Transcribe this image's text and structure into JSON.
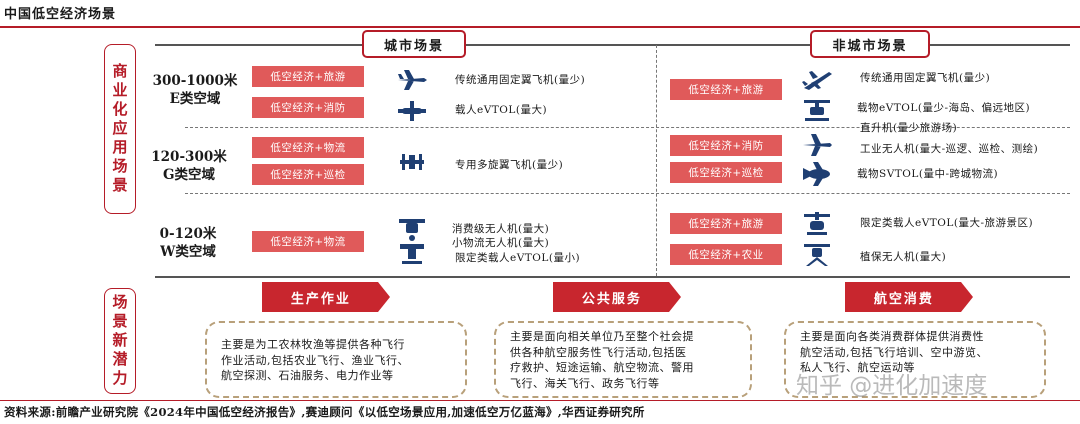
{
  "title": "中国低空经济场景",
  "headers": {
    "city": "城市场景",
    "noncity": "非城市场景"
  },
  "side_labels": {
    "commercial": "商业化应用场景",
    "potential": "场景新潜力"
  },
  "levels": [
    {
      "range": "300-1000米",
      "cls": "E类空域"
    },
    {
      "range": "120-300米",
      "cls": "G类空域"
    },
    {
      "range": "0-120米",
      "cls": "W类空域"
    }
  ],
  "city": {
    "tags": [
      "低空经济+旅游",
      "低空经济+消防",
      "低空经济+物流",
      "低空经济+巡检",
      "低空经济+物流"
    ],
    "desc": [
      "传统通用固定翼飞机(量少)",
      "载人eVTOL(量大)",
      "专用多旋翼飞机(量少)",
      "消费级无人机(量大)",
      "小物流无人机(量大)",
      "限定类载人eVTOL(量小)"
    ],
    "icons": [
      "plane-icon",
      "evtol-icon",
      "multirotor-icon",
      "consumer-drone-icon"
    ]
  },
  "noncity": {
    "tags": [
      "低空经济+旅游",
      "低空经济+消防",
      "低空经济+巡检",
      "低空经济+旅游",
      "低空经济+农业"
    ],
    "desc": [
      "传统通用固定翼飞机(量少)",
      "载物eVTOL(量少-海岛、偏远地区)",
      "直升机(量少旅游场)",
      "工业无人机(量大-巡逻、巡检、测绘)",
      "载物SVTOL(量中-跨城物流)",
      "限定类载人eVTOL(量大-旅游景区)",
      "植保无人机(量大)"
    ],
    "icons": [
      "airliner-icon",
      "cargo-evtol-icon",
      "industrial-drone-icon",
      "svtol-icon",
      "limited-evtol-icon",
      "crop-drone-icon"
    ]
  },
  "potentials": [
    {
      "label": "生产作业",
      "lines": [
        "主要是为工农林牧渔等提供各种飞行",
        "作业活动,包括农业飞行、渔业飞行、",
        "航空探测、石油服务、电力作业等"
      ]
    },
    {
      "label": "公共服务",
      "lines": [
        "主要是面向相关单位乃至整个社会提",
        "供各种航空服务性飞行活动,包括医",
        "疗救护、短途运输、航空物流、警用",
        "飞行、海关飞行、政务飞行等"
      ]
    },
    {
      "label": "航空消费",
      "lines": [
        "主要是面向各类消费群体提供消费性",
        "航空活动,包括飞行培训、空中游览、",
        "私人飞行、航空运动等"
      ]
    }
  ],
  "watermark": "知乎 @进化加速度",
  "source": "资料来源:前瞻产业研究院《2024年中国低空经济报告》,赛迪顾问《以低空场景应用,加速低空万亿蓝海》,华西证券研究所",
  "colors": {
    "accent": "#b51c28",
    "tag": "#e05a5a",
    "icon": "#1f3f73",
    "arrow": "#c8262e",
    "box_border": "#b8a07a"
  }
}
